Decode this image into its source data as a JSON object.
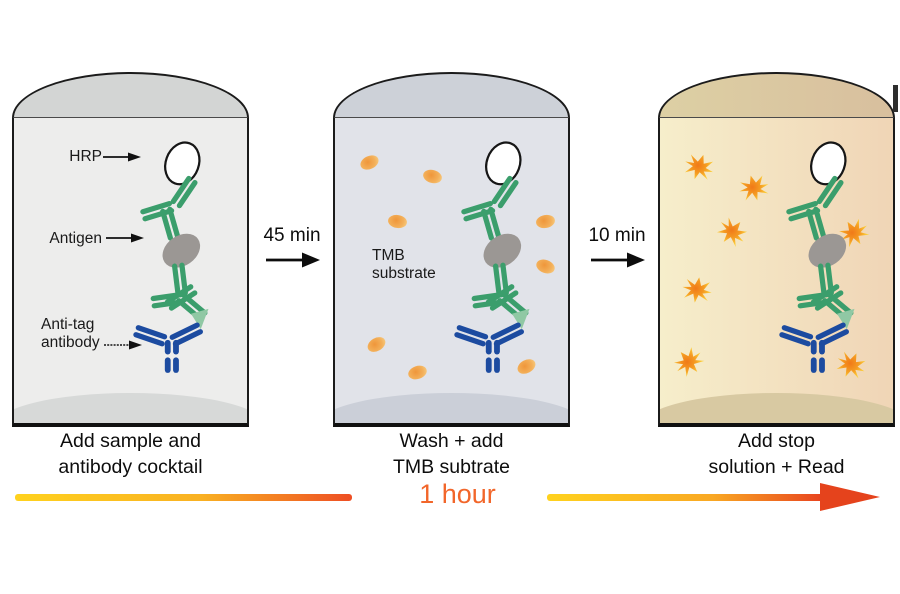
{
  "well1": {
    "caption1": "Add sample and",
    "caption2": "antibody cocktail",
    "label_hrp": "HRP",
    "label_antigen": "Antigen",
    "label_antitag1": "Anti-tag",
    "label_antitag2": "antibody"
  },
  "well2": {
    "caption1": "Wash + add",
    "caption2": "TMB subtrate",
    "label_tmb1": "TMB",
    "label_tmb2": "substrate"
  },
  "well3": {
    "caption1": "Add stop",
    "caption2": "solution + Read"
  },
  "transition1": "45 min",
  "transition2": "10 min",
  "timeline_label": "1 hour",
  "colors": {
    "antibody_green": "#3b9e6c",
    "antibody_blue": "#1c4ba0",
    "antigen_gray": "#9b9794",
    "hrp_white": "#ffffff",
    "connector_green": "#90c8a4",
    "substrate_dot_orange": "#ef963a",
    "product_burst_orange": "#f59c22",
    "timeline_text_orange": "#f2662a",
    "timeline_gradient_start": "#ffd21e",
    "timeline_gradient_end": "#e8431f",
    "well1_fill": "#ededec",
    "well2_fill": "#e1e3e9",
    "well3_fill_left": "#f6eecb",
    "well3_fill_right": "#f0d5b6"
  }
}
